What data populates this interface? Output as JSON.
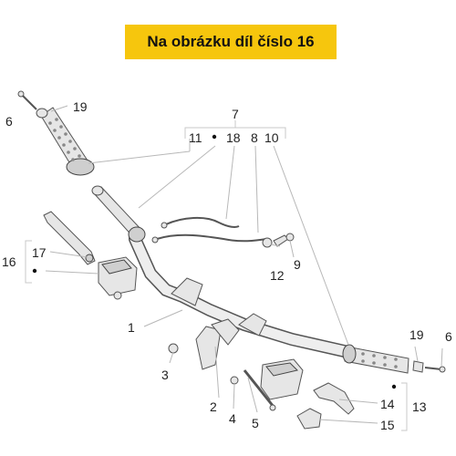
{
  "banner": {
    "text": "Na obrázku díl číslo 16",
    "color": "#f6c60d"
  },
  "callouts": {
    "c6_left": "6",
    "c19_left": "19",
    "c7": "7",
    "c11": "11",
    "c18": "18",
    "c8": "8",
    "c10": "10",
    "c17": "17",
    "c16": "16",
    "c9": "9",
    "c12": "12",
    "c1": "1",
    "c3": "3",
    "c2": "2",
    "c4": "4",
    "c5": "5",
    "c19_right": "19",
    "c6_right": "6",
    "c14": "14",
    "c13": "13",
    "c15": "15"
  },
  "highlighted_part": "16"
}
